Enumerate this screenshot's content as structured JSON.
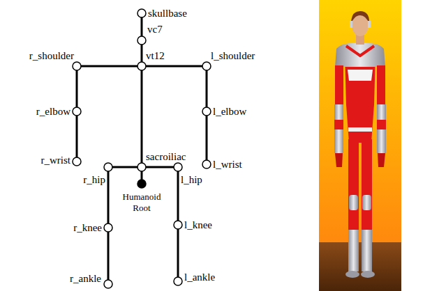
{
  "diagram": {
    "nodes": [
      {
        "text": [
          "skullbase"
        ]
      },
      {
        "text": [
          "vc7"
        ]
      },
      {
        "text": [
          "r_shoulder"
        ]
      },
      {
        "text": [
          "vt12"
        ]
      },
      {
        "text": [
          "l_shoulder"
        ]
      },
      {
        "text": [
          "r_elbow"
        ]
      },
      {
        "text": [
          "l_elbow"
        ]
      },
      {
        "text": [
          "r_wrist"
        ]
      },
      {
        "text": [
          "sacroiliac"
        ]
      },
      {
        "text": [
          "l_wrist"
        ]
      },
      {
        "text": [
          "r_hip"
        ]
      },
      {
        "text": [
          "l_hip"
        ]
      },
      {
        "text": [
          "Humanoid Root"
        ]
      },
      {
        "text": [
          "r_knee"
        ]
      },
      {
        "text": [
          "l_knee"
        ]
      },
      {
        "text": [
          "r_ankle"
        ]
      },
      {
        "text": [
          "l_ankle"
        ]
      }
    ],
    "edges": [
      {
        "from": 0,
        "to": 1,
        "arrow": "none"
      },
      {
        "from": 1,
        "to": 3,
        "arrow": "none"
      },
      {
        "from": 2,
        "to": 3,
        "arrow": "none"
      },
      {
        "from": 3,
        "to": 4,
        "arrow": "none"
      },
      {
        "from": 2,
        "to": 5,
        "arrow": "none"
      },
      {
        "from": 5,
        "to": 7,
        "arrow": "none"
      },
      {
        "from": 4,
        "to": 6,
        "arrow": "none"
      },
      {
        "from": 6,
        "to": 9,
        "arrow": "none"
      },
      {
        "from": 3,
        "to": 8,
        "arrow": "none"
      },
      {
        "from": 10,
        "to": 8,
        "arrow": "none"
      },
      {
        "from": 8,
        "to": 11,
        "arrow": "none"
      },
      {
        "from": 8,
        "to": 12,
        "arrow": "none"
      },
      {
        "from": 10,
        "to": 13,
        "arrow": "none"
      },
      {
        "from": 13,
        "to": 15,
        "arrow": "none"
      },
      {
        "from": 11,
        "to": 14,
        "arrow": "none"
      },
      {
        "from": 14,
        "to": 16,
        "arrow": "none"
      }
    ]
  }
}
